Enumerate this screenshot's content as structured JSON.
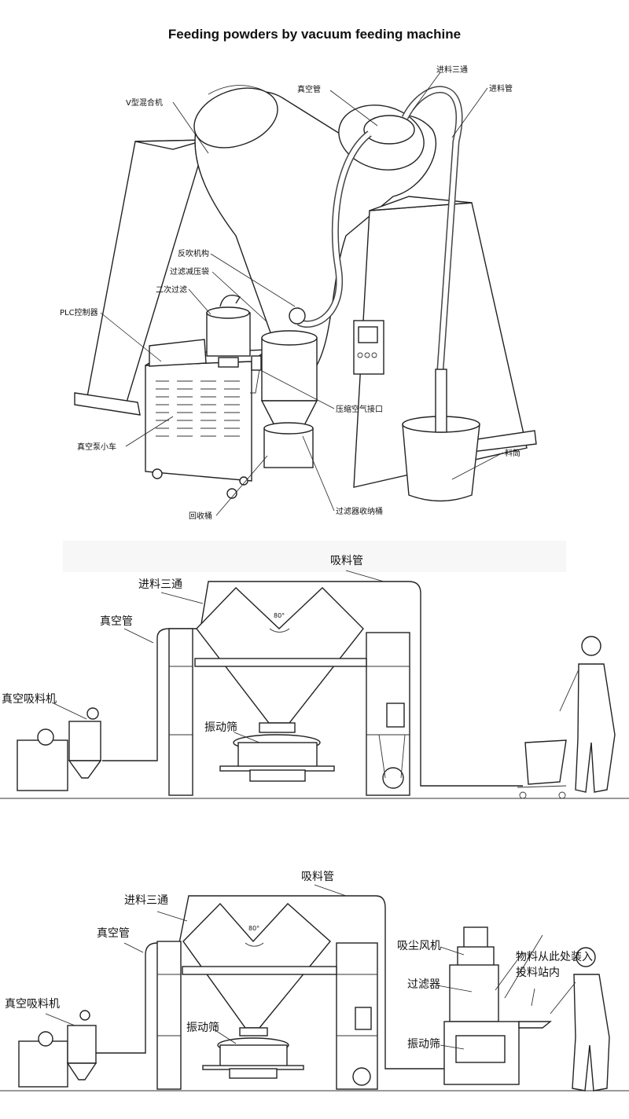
{
  "title": "Feeding powders by vacuum feeding machine",
  "diagram1": {
    "labels": {
      "feed_tee": "进料三通",
      "vacuum_pipe": "真空管",
      "feed_pipe": "进料管",
      "v_mixer": "V型混合机",
      "backblow": "反吹机构",
      "filter_bag": "过滤减压袋",
      "secondary_filter": "二次过滤",
      "plc": "PLC控制器",
      "compressed_air": "压缩空气接口",
      "vacuum_cart": "真空泵小车",
      "material_barrel": "料筒",
      "recovery_barrel": "回收桶",
      "filter_collector": "过滤器收纳桶"
    }
  },
  "diagram2": {
    "angle": "80°",
    "labels": {
      "suction_pipe": "吸料管",
      "feed_tee": "进料三通",
      "vacuum_pipe": "真空管",
      "vacuum_loader": "真空吸料机",
      "vibrating_screen": "振动筛"
    }
  },
  "diagram3": {
    "angle": "80°",
    "labels": {
      "suction_pipe": "吸料管",
      "feed_tee": "进料三通",
      "vacuum_pipe": "真空管",
      "vacuum_loader": "真空吸料机",
      "vibrating_screen": "振动筛",
      "dust_fan": "吸尘风机",
      "filter": "过滤器",
      "vibrating_screen_right": "振动筛",
      "note": "物料从此处装入投料站内"
    }
  }
}
